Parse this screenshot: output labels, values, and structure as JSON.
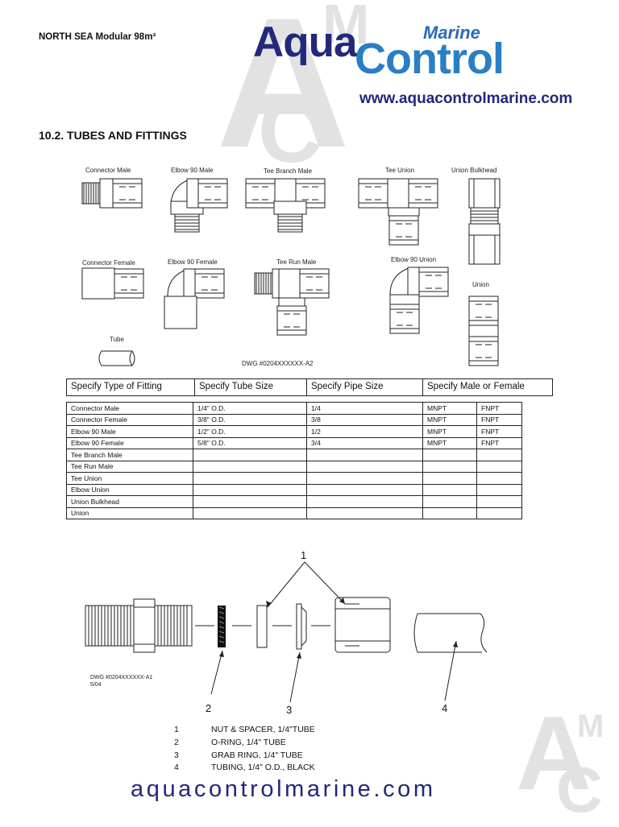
{
  "header": {
    "doc_title": "NORTH SEA Modular 98m³",
    "logo": {
      "aqua": "Aqua",
      "control": "Control",
      "marine": "Marine"
    },
    "website": "www.aquacontrolmarine.com"
  },
  "watermark": {
    "letters": [
      "A",
      "M",
      "C"
    ]
  },
  "section_title": "10.2. TUBES AND FITTINGS",
  "fitting_labels": {
    "connector_male": "Connector Male",
    "elbow_90_male": "Elbow 90 Male",
    "tee_branch_male": "Tee Branch Male",
    "tee_union": "Tee Union",
    "union_bulkhead": "Union Bulkhead",
    "connector_female": "Connector Female",
    "elbow_90_female": "Elbow 90 Female",
    "tee_run_male": "Tee Run Male",
    "elbow_90_union": "Elbow 90 Union",
    "union": "Union",
    "tube": "Tube"
  },
  "drawing_numbers": {
    "fittings": "DWG #0204XXXXXX-A2",
    "assembly": "DWG #0204XXXXXX-A1",
    "assembly_date": "5/04"
  },
  "spec_table": {
    "headers": [
      "Specify Type of Fitting",
      "Specify Tube Size",
      "Specify Pipe Size",
      "Specify Male or Female"
    ],
    "rows": [
      [
        "Connector Male",
        "1/4\" O.D.",
        "1/4",
        "MNPT",
        "FNPT"
      ],
      [
        "Connector Female",
        "3/8\" O.D.",
        "3/8",
        "MNPT",
        "FNPT"
      ],
      [
        "Elbow 90 Male",
        "1/2\" O.D.",
        "1/2",
        "MNPT",
        "FNPT"
      ],
      [
        "Elbow 90 Female",
        "5/8\" O.D.",
        "3/4",
        "MNPT",
        "FNPT"
      ],
      [
        "Tee Branch Male",
        "",
        "",
        "",
        ""
      ],
      [
        "Tee Run Male",
        "",
        "",
        "",
        ""
      ],
      [
        "Tee Union",
        "",
        "",
        "",
        ""
      ],
      [
        "Elbow Union",
        "",
        "",
        "",
        ""
      ],
      [
        "Union Bulkhead",
        "",
        "",
        "",
        ""
      ],
      [
        "Union",
        "",
        "",
        "",
        ""
      ]
    ]
  },
  "assembly_callouts": [
    "1",
    "2",
    "3",
    "4"
  ],
  "legend": [
    {
      "num": "1",
      "text": "NUT & SPACER, 1/4\"TUBE"
    },
    {
      "num": "2",
      "text": "O-RING, 1/4\" TUBE"
    },
    {
      "num": "3",
      "text": "GRAB RING, 1/4\" TUBE"
    },
    {
      "num": "4",
      "text": "TUBING, 1/4\" O.D., BLACK"
    }
  ],
  "footer_url": "aquacontrolmarine.com"
}
